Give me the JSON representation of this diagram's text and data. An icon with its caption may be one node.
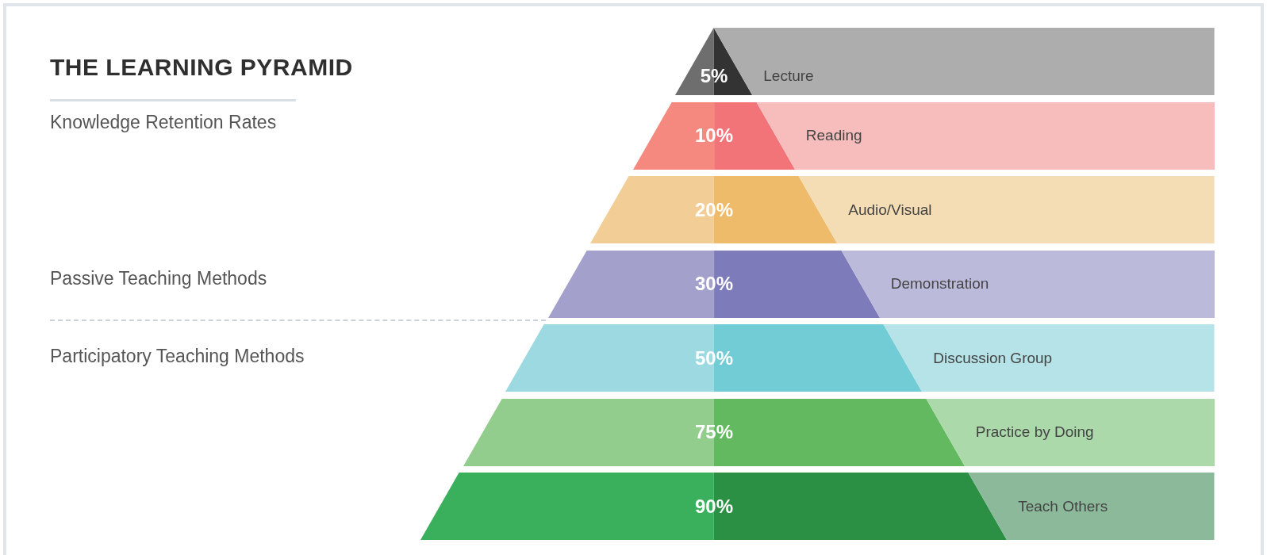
{
  "diagram": {
    "title": "THE LEARNING PYRAMID",
    "nodes": [
      {
        "text": [
          "5%",
          "Lecture"
        ]
      },
      {
        "text": [
          "10%",
          "Reading"
        ]
      },
      {
        "text": [
          "20%",
          "Audio/Visual"
        ]
      },
      {
        "text": [
          "30%",
          "Demonstration"
        ]
      },
      {
        "text": [
          "50%",
          "Discussion Group"
        ]
      },
      {
        "text": [
          "75%",
          "Practice by Doing"
        ]
      },
      {
        "text": [
          "90%",
          "Teach Others"
        ]
      }
    ],
    "edges": [],
    "labels": [
      "Knowledge Retention Rates",
      "Passive Teaching Methods",
      "Participatory Teaching Methods"
    ]
  }
}
